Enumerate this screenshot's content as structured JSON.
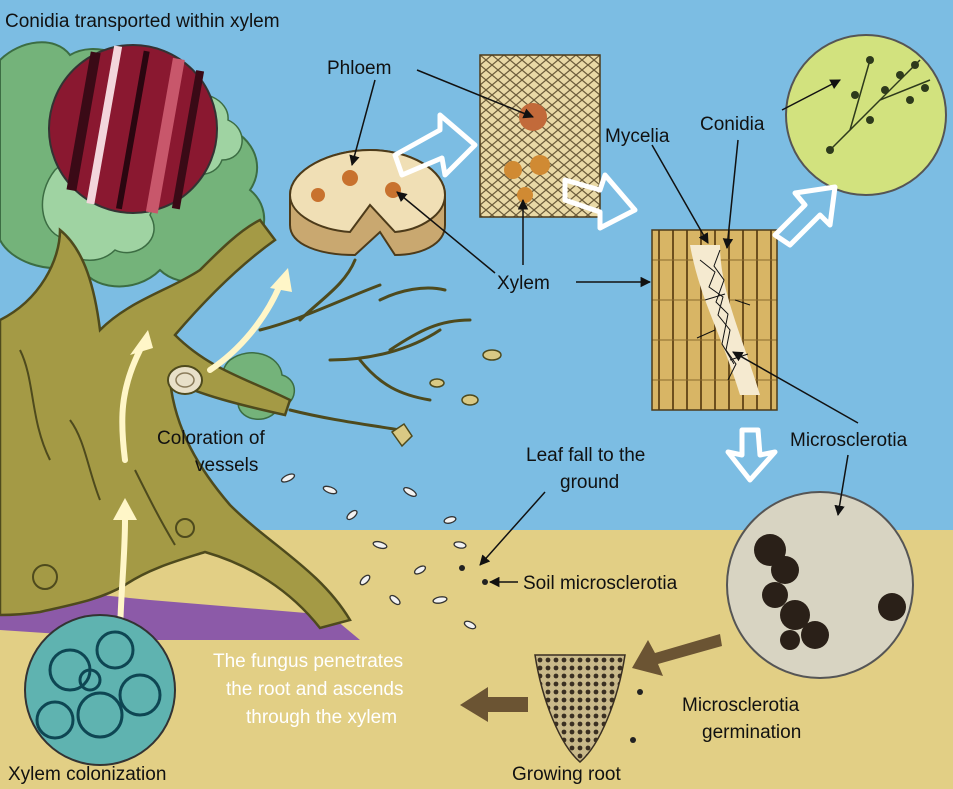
{
  "labels": {
    "conidia_transported": "Conidia transported within xylem",
    "phloem": "Phloem",
    "conidia": "Conidia",
    "mycelia": "Mycelia",
    "xylem": "Xylem",
    "coloration_1": "Coloration of",
    "coloration_2": "vessels",
    "microsclerotia": "Microsclerotia",
    "leaf_fall_1": "Leaf fall to the",
    "leaf_fall_2": "ground",
    "soil_microsclerotia": "Soil microsclerotia",
    "fungus_1": "The fungus penetrates",
    "fungus_2": "the root and ascends",
    "fungus_3": "through the xylem",
    "germination_1": "Microsclerotia",
    "germination_2": "germination",
    "growing_root": "Growing root",
    "xylem_colonization": "Xylem colonization"
  },
  "colors": {
    "sky": "#7cbde3",
    "soil": "#e2cf85",
    "trunk": "#a49a45",
    "canopy": "#74b37a",
    "text": "#111111",
    "highlight_text": "#ffffff"
  }
}
